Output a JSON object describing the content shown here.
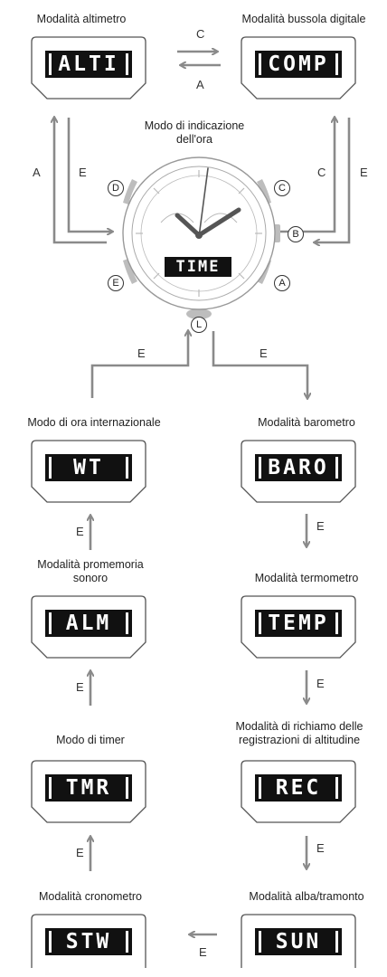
{
  "center": {
    "title": "Modo di indicazione\ndell'ora",
    "display": "TIME"
  },
  "buttons": {
    "a": "A",
    "b": "B",
    "c": "C",
    "d": "D",
    "e": "E",
    "l": "L"
  },
  "modes": {
    "altimeter": {
      "label": "Modalità altimetro",
      "display": "ALTI"
    },
    "compass": {
      "label": "Modalità bussola digitale",
      "display": "COMP"
    },
    "world_time": {
      "label": "Modo di ora internazionale",
      "display": "WT"
    },
    "barometer": {
      "label": "Modalità barometro",
      "display": "BARO"
    },
    "alarm": {
      "label": "Modalità promemoria\nsonoro",
      "display": "ALM"
    },
    "thermometer": {
      "label": "Modalità termometro",
      "display": "TEMP"
    },
    "timer": {
      "label": "Modo di timer",
      "display": "TMR"
    },
    "records": {
      "label": "Modalità di richiamo delle\nregistrazioni di altitudine",
      "display": "REC"
    },
    "stopwatch": {
      "label": "Modalità cronometro",
      "display": "STW"
    },
    "sunrise": {
      "label": "Modalità alba/tramonto",
      "display": "SUN"
    }
  },
  "arrow_keys": {
    "alti_to_comp": "C",
    "comp_to_alti": "A",
    "alti_to_time": "E",
    "time_to_alti": "A",
    "comp_to_time": "E",
    "time_to_comp": "C",
    "time_to_wt": "E",
    "time_to_baro": "E",
    "baro_to_temp": "E",
    "temp_to_rec": "E",
    "rec_to_sun": "E",
    "sun_to_stw": "E",
    "stw_to_tmr": "E",
    "tmr_to_alm": "E",
    "alm_to_wt": "E"
  },
  "colors": {
    "arrow": "#8a8a8a",
    "screen": "#111111",
    "outline": "#555555"
  }
}
